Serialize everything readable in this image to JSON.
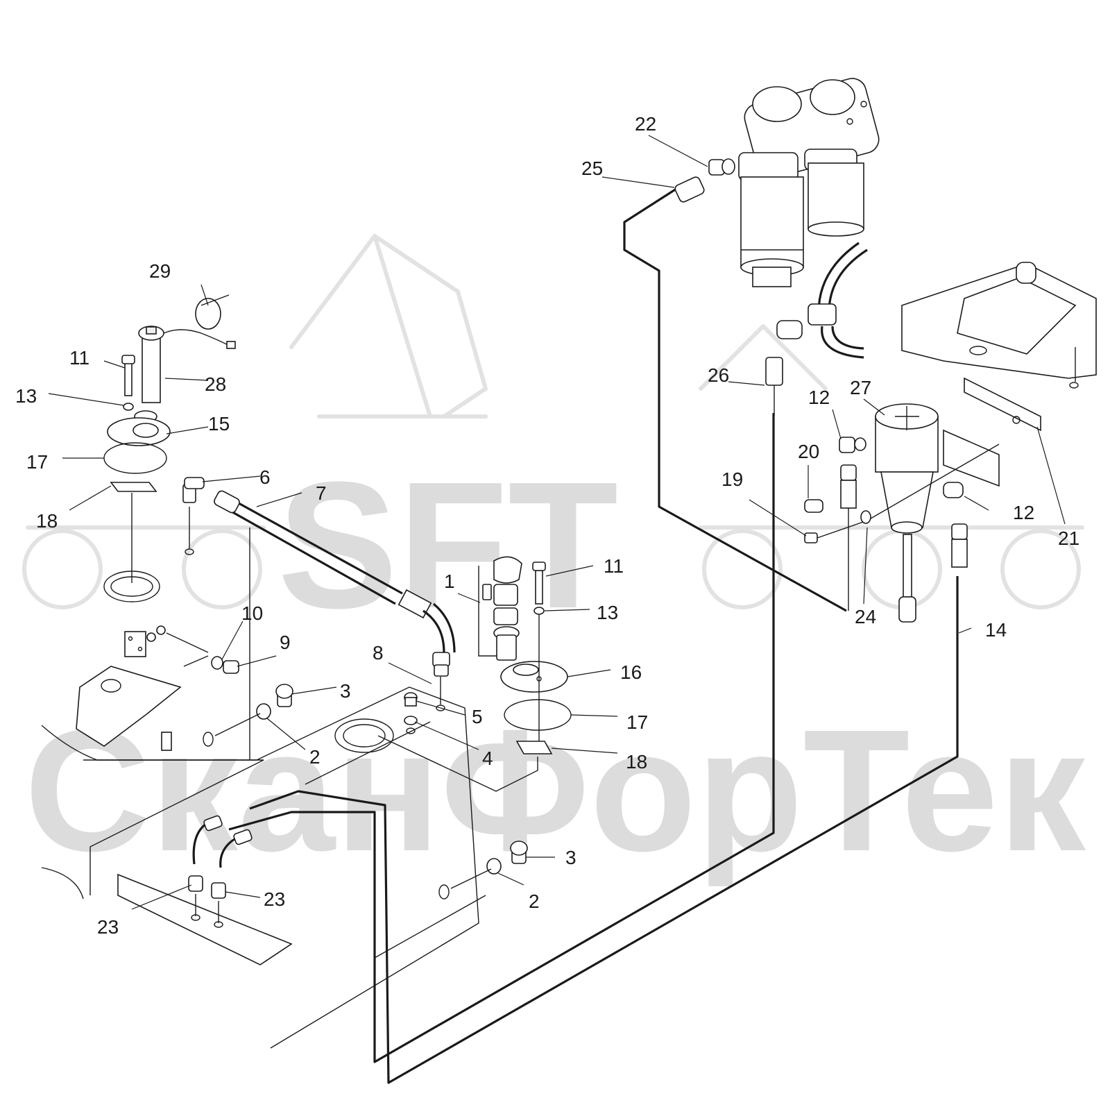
{
  "watermark": {
    "logo": "SFT",
    "brand": "СканФорТек"
  },
  "callouts": [
    {
      "id": "c1",
      "text": "1"
    },
    {
      "id": "c2a",
      "text": "2"
    },
    {
      "id": "c2b",
      "text": "2"
    },
    {
      "id": "c3a",
      "text": "3"
    },
    {
      "id": "c3b",
      "text": "3"
    },
    {
      "id": "c4",
      "text": "4"
    },
    {
      "id": "c5",
      "text": "5"
    },
    {
      "id": "c6",
      "text": "6"
    },
    {
      "id": "c7",
      "text": "7"
    },
    {
      "id": "c8",
      "text": "8"
    },
    {
      "id": "c9",
      "text": "9"
    },
    {
      "id": "c10",
      "text": "10"
    },
    {
      "id": "c11a",
      "text": "11"
    },
    {
      "id": "c11b",
      "text": "11"
    },
    {
      "id": "c12a",
      "text": "12"
    },
    {
      "id": "c12b",
      "text": "12"
    },
    {
      "id": "c13a",
      "text": "13"
    },
    {
      "id": "c13b",
      "text": "13"
    },
    {
      "id": "c14",
      "text": "14"
    },
    {
      "id": "c15",
      "text": "15"
    },
    {
      "id": "c16",
      "text": "16"
    },
    {
      "id": "c17a",
      "text": "17"
    },
    {
      "id": "c17b",
      "text": "17"
    },
    {
      "id": "c18a",
      "text": "18"
    },
    {
      "id": "c18b",
      "text": "18"
    },
    {
      "id": "c19",
      "text": "19"
    },
    {
      "id": "c20",
      "text": "20"
    },
    {
      "id": "c21",
      "text": "21"
    },
    {
      "id": "c22",
      "text": "22"
    },
    {
      "id": "c23a",
      "text": "23"
    },
    {
      "id": "c23b",
      "text": "23"
    },
    {
      "id": "c24",
      "text": "24"
    },
    {
      "id": "c25",
      "text": "25"
    },
    {
      "id": "c26",
      "text": "26"
    },
    {
      "id": "c27",
      "text": "27"
    },
    {
      "id": "c28",
      "text": "28"
    },
    {
      "id": "c29",
      "text": "29"
    }
  ]
}
